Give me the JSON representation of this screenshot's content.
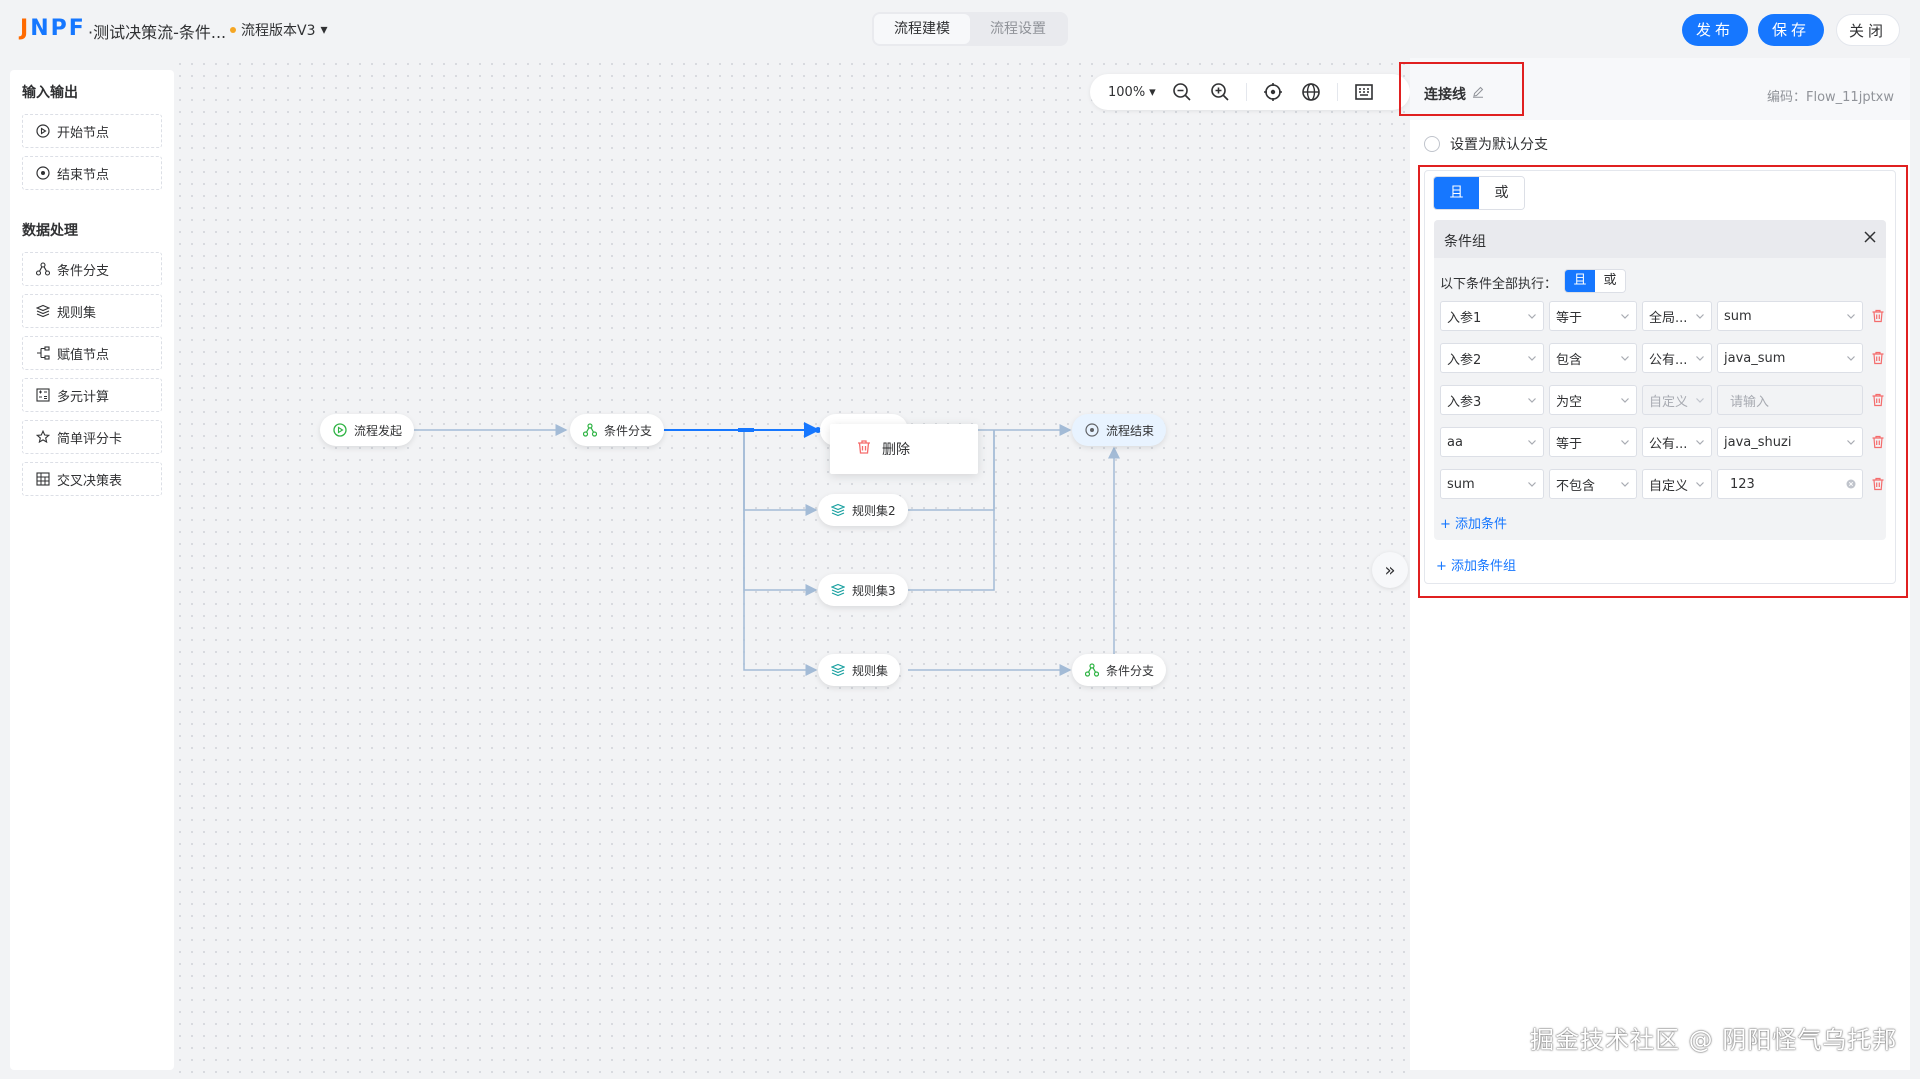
{
  "header": {
    "logo": "JNPF",
    "flow_title": "·测试决策流-条件...",
    "version": "流程版本V3",
    "tabs": [
      {
        "label": "流程建模",
        "active": true
      },
      {
        "label": "流程设置",
        "active": false
      }
    ],
    "publish_label": "发布",
    "save_label": "保存",
    "close_label": "关闭"
  },
  "palette": {
    "io_title": "输入输出",
    "io_items": [
      {
        "label": "开始节点",
        "icon": "play-circle-icon"
      },
      {
        "label": "结束节点",
        "icon": "stop-circle-icon"
      }
    ],
    "data_title": "数据处理",
    "data_items": [
      {
        "label": "条件分支",
        "icon": "branch-icon"
      },
      {
        "label": "规则集",
        "icon": "layers-icon"
      },
      {
        "label": "赋值节点",
        "icon": "tree-icon"
      },
      {
        "label": "多元计算",
        "icon": "calculator-icon"
      },
      {
        "label": "简单评分卡",
        "icon": "star-icon"
      },
      {
        "label": "交叉决策表",
        "icon": "grid-table-icon"
      }
    ]
  },
  "toolbar": {
    "zoom": "100%"
  },
  "canvas": {
    "nodes": {
      "start": "流程发起",
      "branch1": "条件分支",
      "ruleset2": "规则集2",
      "ruleset3": "规则集3",
      "ruleset": "规则集",
      "branch2": "条件分支",
      "end": "流程结束"
    },
    "context_menu": {
      "delete": "删除"
    }
  },
  "panel": {
    "title": "连接线",
    "code": "编码：Flow_11jptxw",
    "default_branch": "设置为默认分支",
    "logic": [
      "且",
      "或"
    ],
    "group": {
      "title": "条件组",
      "exec_label": "以下条件全部执行：",
      "exec_logic": [
        "且",
        "或"
      ],
      "rows": [
        {
          "field": "入参1",
          "op": "等于",
          "type": "全局...",
          "value": "sum",
          "value_kind": "select"
        },
        {
          "field": "入参2",
          "op": "包含",
          "type": "公有...",
          "value": "java_sum",
          "value_kind": "select"
        },
        {
          "field": "入参3",
          "op": "为空",
          "type": "自定义",
          "value": "请输入",
          "value_kind": "disabled"
        },
        {
          "field": "aa",
          "op": "等于",
          "type": "公有...",
          "value": "java_shuzi",
          "value_kind": "select"
        },
        {
          "field": "sum",
          "op": "不包含",
          "type": "自定义",
          "value": "123",
          "value_kind": "input"
        }
      ],
      "add_condition": "+ 添加条件"
    },
    "add_group": "+ 添加条件组"
  },
  "watermark": "掘金技术社区 @ 阴阳怪气乌托邦",
  "colors": {
    "primary": "#1677ff",
    "highlight": "#e02020",
    "danger": "#f56c6c"
  }
}
